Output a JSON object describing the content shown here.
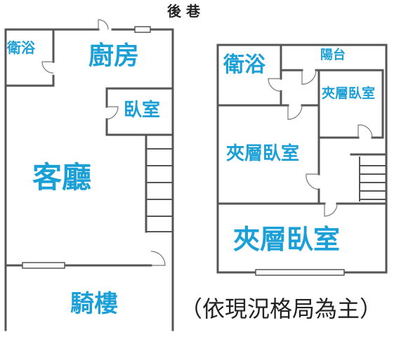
{
  "header": {
    "back_alley": "後  巷"
  },
  "colors": {
    "wall": "#555555",
    "label": "#1a9fd6",
    "text": "#222222"
  },
  "plan_left": {
    "bathroom": "衛浴",
    "kitchen": "廚房",
    "bedroom": "臥室",
    "living_room": "客廳",
    "arcade": "騎樓"
  },
  "plan_right": {
    "bathroom": "衛浴",
    "balcony": "陽台",
    "mezzanine_bedroom_small": "夾層臥室",
    "mezzanine_bedroom_mid": "夾層臥室",
    "mezzanine_bedroom_large": "夾層臥室"
  },
  "footnote": "（依現況格局為主）"
}
